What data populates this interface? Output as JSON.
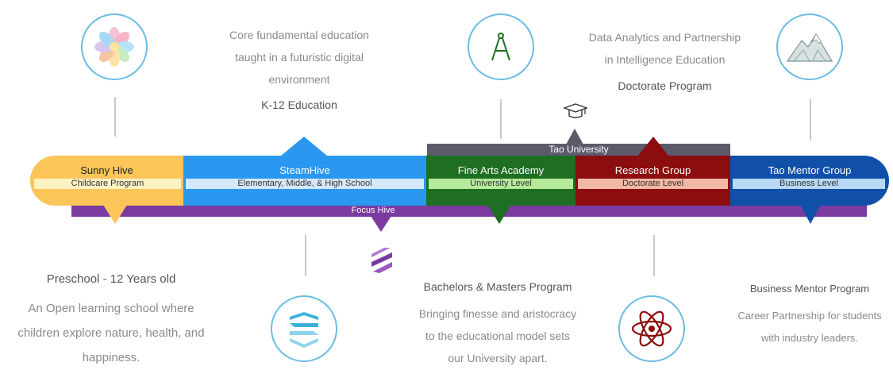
{
  "tao_university": "Tao University",
  "focus_hive": "Focus Hive",
  "segments": [
    {
      "title": "Sunny Hive",
      "subtitle": "Childcare Program",
      "color": "#fbc55a",
      "sub_color": "#fdf2c4"
    },
    {
      "title": "SteamHive",
      "subtitle": "Elementary, Middle, & High School",
      "color": "#2a97f0",
      "sub_color": "#d5e8fb"
    },
    {
      "title": "Fine Arts Academy",
      "subtitle": "University Level",
      "color": "#1e6e23",
      "sub_color": "#b6ea9b"
    },
    {
      "title": "Research Group",
      "subtitle": "Doctorate Level",
      "color": "#8b0d0d",
      "sub_color": "#f2b8a4"
    },
    {
      "title": "Tao Mentor Group",
      "subtitle": "Business Level",
      "color": "#1050a8",
      "sub_color": "#b8d8f5"
    }
  ],
  "top_texts": {
    "steamhive": {
      "lines": [
        "Core fundamental education",
        "taught in a futuristic digital",
        "environment"
      ],
      "heading": "K-12 Education"
    },
    "research": {
      "lines": [
        "Data Analytics and Partnership",
        "in Intelligence Education"
      ],
      "heading": "Doctorate Program"
    }
  },
  "bottom_texts": {
    "sunny": {
      "heading": "Preschool - 12 Years old",
      "lines": [
        "An Open learning school where",
        "children explore nature, health, and",
        "happiness."
      ]
    },
    "fine_arts": {
      "heading": "Bachelors & Masters Program",
      "lines": [
        "Bringing finesse and aristocracy",
        "to the educational model sets",
        "our University apart."
      ]
    },
    "mentor": {
      "heading": "Business Mentor Program",
      "lines": [
        "Career Partnership for students",
        "with industry leaders."
      ]
    }
  },
  "icons": [
    "flower-icon",
    "compass-icon",
    "mountain-icon",
    "graduation-cap-icon",
    "focus-hive-logo-icon",
    "steamhive-logo-icon",
    "atom-icon"
  ]
}
